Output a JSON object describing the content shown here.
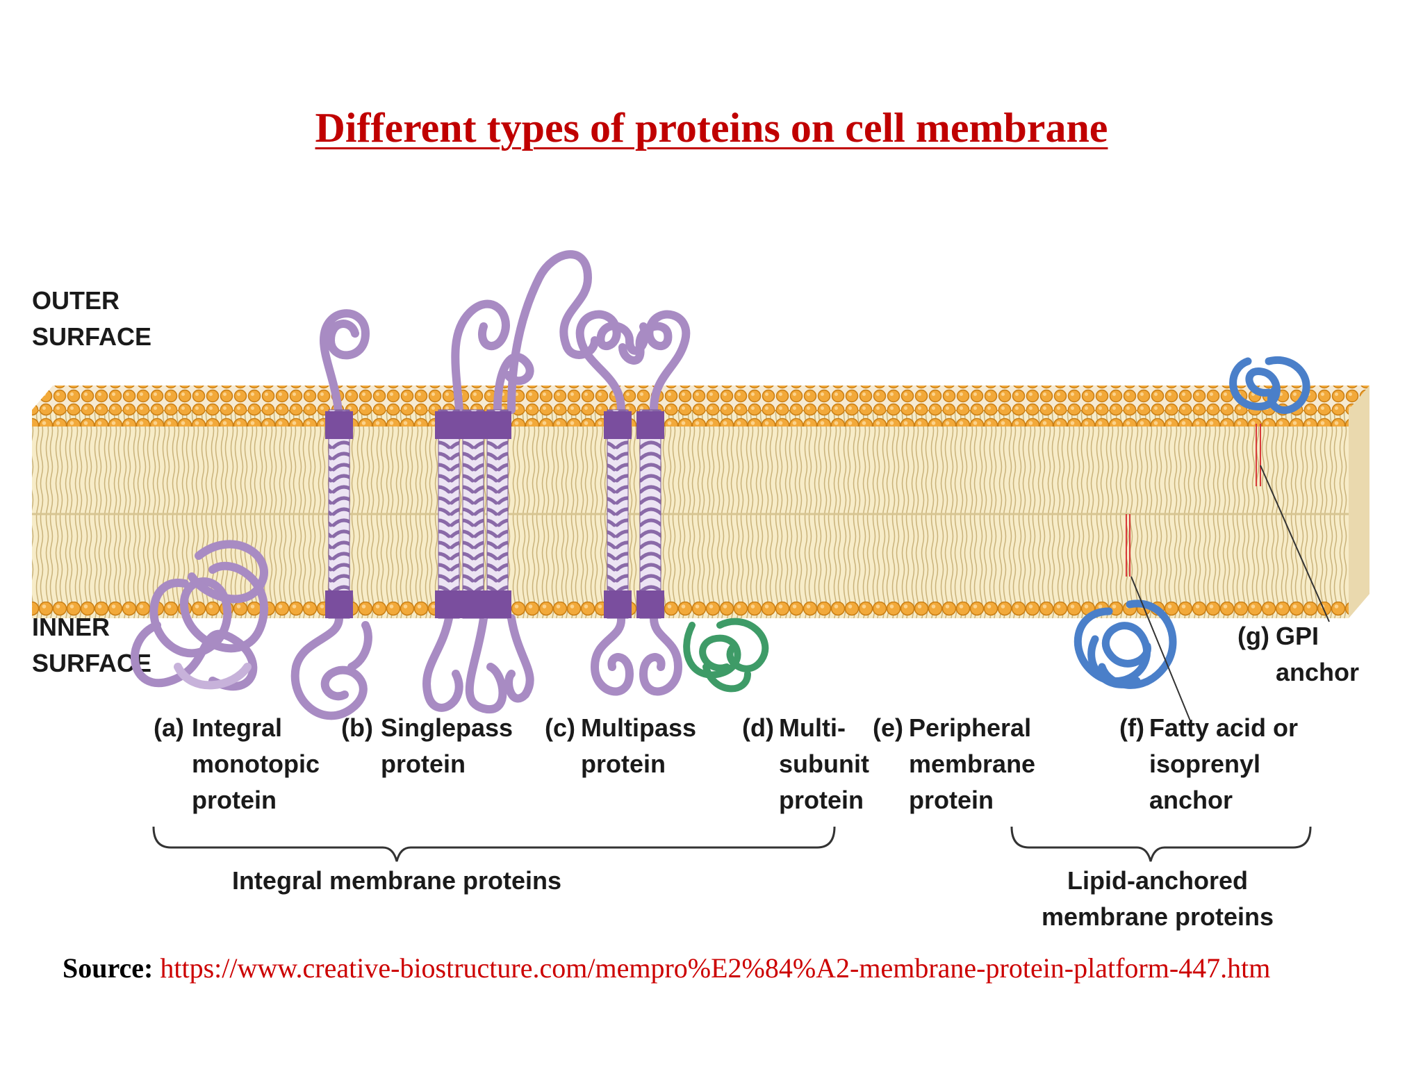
{
  "title": "Different types of proteins on cell membrane",
  "surfaces": {
    "outer_line1": "OUTER",
    "outer_line2": "SURFACE",
    "inner_line1": "INNER",
    "inner_line2": "SURFACE"
  },
  "proteins": [
    {
      "tag": "(a)",
      "lines": [
        "Integral",
        "monotopic",
        "protein"
      ],
      "color": "#9b7bb8"
    },
    {
      "tag": "(b)",
      "lines": [
        "Singlepass",
        "protein"
      ],
      "color": "#9b7bb8"
    },
    {
      "tag": "(c)",
      "lines": [
        "Multipass",
        "protein"
      ],
      "color": "#9b7bb8"
    },
    {
      "tag": "(d)",
      "lines": [
        "Multi-",
        "subunit",
        "protein"
      ],
      "color": "#9b7bb8"
    },
    {
      "tag": "(e)",
      "lines": [
        "Peripheral",
        "membrane",
        "protein"
      ],
      "color": "#3e9b67"
    },
    {
      "tag": "(f)",
      "lines": [
        "Fatty acid or",
        "isoprenyl",
        "anchor"
      ],
      "color": "#4a7fc9"
    },
    {
      "tag": "(g)",
      "lines": [
        "GPI",
        "anchor"
      ],
      "color": "#4a7fc9"
    }
  ],
  "groups": {
    "integral": "Integral membrane proteins",
    "lipid_line1": "Lipid-anchored",
    "lipid_line2": "membrane proteins"
  },
  "source": {
    "label": "Source:",
    "url": "https://www.creative-biostructure.com/mempro%E2%84%A2-membrane-protein-platform-447.htm"
  }
}
